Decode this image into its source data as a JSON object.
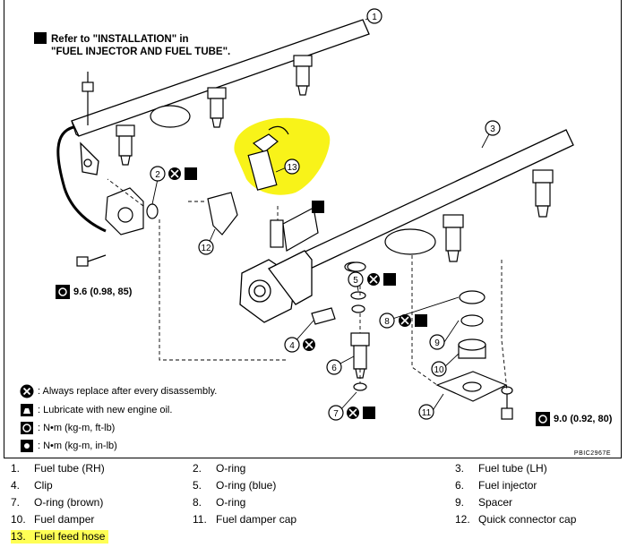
{
  "notes": {
    "install_ref_line1": "Refer to \"INSTALLATION\" in",
    "install_ref_line2": "\"FUEL INJECTOR AND FUEL TUBE\"."
  },
  "torques": {
    "left": "9.6 (0.98, 85)",
    "right": "9.0 (0.92, 80)"
  },
  "legend": {
    "replace": ": Always replace after every disassembly.",
    "lubricate": ": Lubricate with new engine oil.",
    "nm_ft": ": N•m (kg-m, ft-lb)",
    "nm_in": ": N•m (kg-m, in-lb)"
  },
  "figure_id": "PBIC2967E",
  "callouts": [
    "1",
    "2",
    "3",
    "4",
    "5",
    "6",
    "7",
    "8",
    "9",
    "10",
    "11",
    "12",
    "13"
  ],
  "parts": [
    {
      "num": "1.",
      "name": "Fuel tube (RH)"
    },
    {
      "num": "2.",
      "name": "O-ring"
    },
    {
      "num": "3.",
      "name": "Fuel tube (LH)"
    },
    {
      "num": "4.",
      "name": "Clip"
    },
    {
      "num": "5.",
      "name": "O-ring (blue)"
    },
    {
      "num": "6.",
      "name": "Fuel injector"
    },
    {
      "num": "7.",
      "name": "O-ring (brown)"
    },
    {
      "num": "8.",
      "name": "O-ring"
    },
    {
      "num": "9.",
      "name": "Spacer"
    },
    {
      "num": "10.",
      "name": "Fuel damper"
    },
    {
      "num": "11.",
      "name": "Fuel damper cap"
    },
    {
      "num": "12.",
      "name": "Quick connector cap"
    },
    {
      "num": "13.",
      "name": "Fuel feed hose"
    }
  ],
  "colors": {
    "highlight": "#ffff55",
    "ink": "#000000"
  }
}
